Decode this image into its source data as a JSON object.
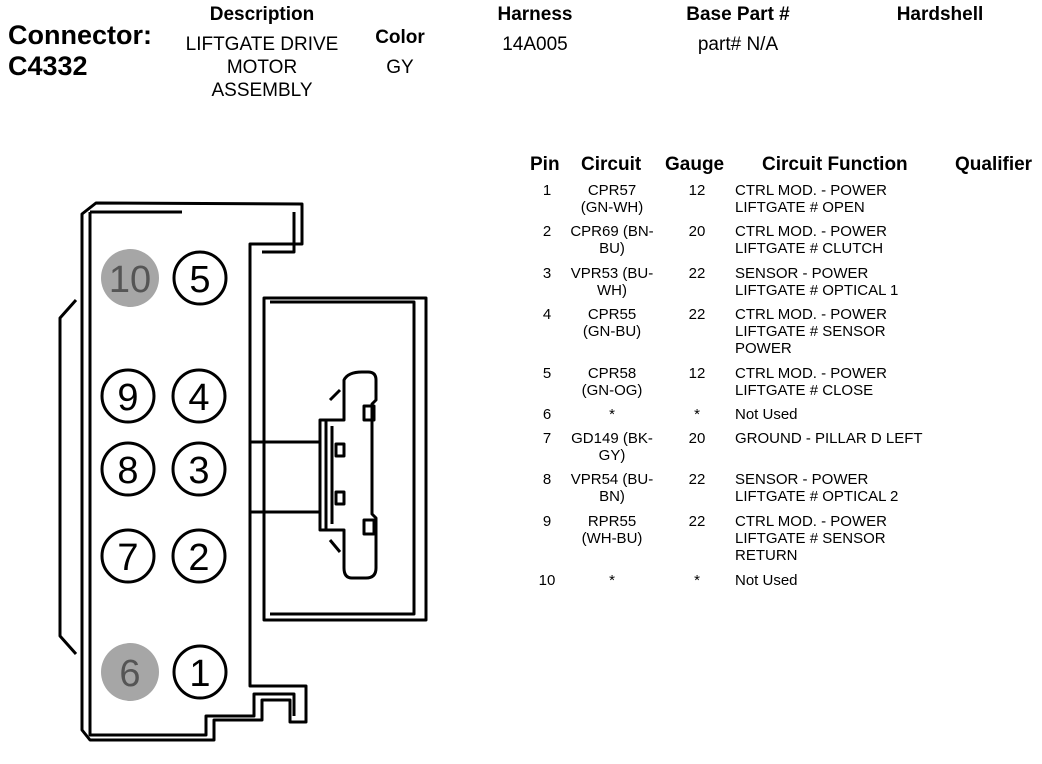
{
  "header": {
    "connector_label": "Connector:",
    "connector_id": "C4332",
    "description_label": "Description",
    "description_lines": [
      "LIFTGATE DRIVE",
      "MOTOR",
      "ASSEMBLY"
    ],
    "color_label": "Color",
    "color_value": "GY",
    "harness_label": "Harness",
    "harness_value": "14A005",
    "base_part_label": "Base Part #",
    "base_part_value": "part# N/A",
    "hardshell_label": "Hardshell"
  },
  "table": {
    "headers": {
      "pin": "Pin",
      "circuit": "Circuit",
      "gauge": "Gauge",
      "function": "Circuit Function",
      "qualifier": "Qualifier"
    },
    "rows": [
      {
        "pin": "1",
        "circuit": [
          "CPR57",
          "(GN-WH)"
        ],
        "gauge": "12",
        "function": [
          "CTRL MOD. - POWER",
          "LIFTGATE # OPEN"
        ]
      },
      {
        "pin": "2",
        "circuit": [
          "CPR69 (BN-",
          "BU)"
        ],
        "gauge": "20",
        "function": [
          "CTRL MOD. - POWER",
          "LIFTGATE # CLUTCH"
        ]
      },
      {
        "pin": "3",
        "circuit": [
          "VPR53 (BU-",
          "WH)"
        ],
        "gauge": "22",
        "function": [
          "SENSOR - POWER",
          "LIFTGATE # OPTICAL 1"
        ]
      },
      {
        "pin": "4",
        "circuit": [
          "CPR55",
          "(GN-BU)"
        ],
        "gauge": "22",
        "function": [
          "CTRL MOD. - POWER",
          "LIFTGATE # SENSOR",
          "POWER"
        ]
      },
      {
        "pin": "5",
        "circuit": [
          "CPR58",
          "(GN-OG)"
        ],
        "gauge": "12",
        "function": [
          "CTRL MOD. - POWER",
          "LIFTGATE # CLOSE"
        ]
      },
      {
        "pin": "6",
        "circuit": [
          "*"
        ],
        "gauge": "*",
        "function": [
          "Not Used"
        ]
      },
      {
        "pin": "7",
        "circuit": [
          "GD149 (BK-",
          "GY)"
        ],
        "gauge": "20",
        "function": [
          "GROUND - PILLAR D LEFT"
        ]
      },
      {
        "pin": "8",
        "circuit": [
          "VPR54 (BU-",
          "BN)"
        ],
        "gauge": "22",
        "function": [
          "SENSOR - POWER",
          "LIFTGATE # OPTICAL 2"
        ]
      },
      {
        "pin": "9",
        "circuit": [
          "RPR55",
          "(WH-BU)"
        ],
        "gauge": "22",
        "function": [
          "CTRL MOD. - POWER",
          "LIFTGATE # SENSOR",
          "RETURN"
        ]
      },
      {
        "pin": "10",
        "circuit": [
          "*"
        ],
        "gauge": "*",
        "function": [
          "Not Used"
        ]
      }
    ]
  },
  "connector_diagram": {
    "pins": [
      {
        "label": "10",
        "unused": true
      },
      {
        "label": "5",
        "unused": false
      },
      {
        "label": "9",
        "unused": false
      },
      {
        "label": "4",
        "unused": false
      },
      {
        "label": "8",
        "unused": false
      },
      {
        "label": "3",
        "unused": false
      },
      {
        "label": "7",
        "unused": false
      },
      {
        "label": "2",
        "unused": false
      },
      {
        "label": "6",
        "unused": true
      },
      {
        "label": "1",
        "unused": false
      }
    ],
    "colors": {
      "unused_fill": "#a6a6a6",
      "unused_text": "#555555",
      "pin_outline": "#000000",
      "pin_fill": "#ffffff"
    }
  }
}
